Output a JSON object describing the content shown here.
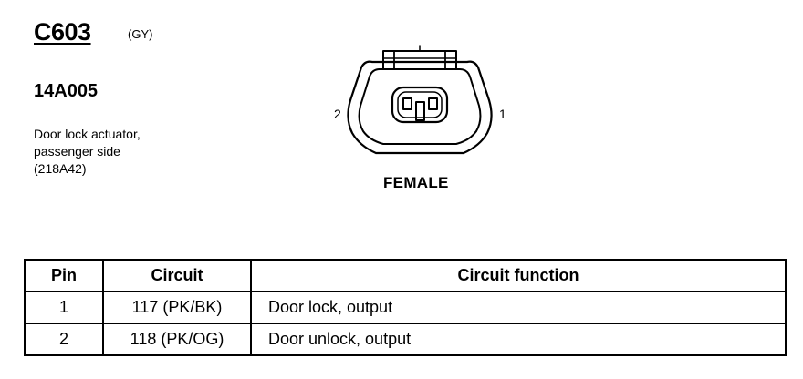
{
  "connector": {
    "id": "C603",
    "color_code": "(GY)",
    "part_number": "14A005",
    "description_lines": [
      "Door lock actuator,",
      "passenger side",
      "(218A42)"
    ]
  },
  "diagram": {
    "pin_left_label": "2",
    "pin_right_label": "1",
    "gender": "FEMALE"
  },
  "table": {
    "headers": {
      "pin": "Pin",
      "circuit": "Circuit",
      "function": "Circuit function"
    },
    "rows": [
      {
        "pin": "1",
        "circuit": "117 (PK/BK)",
        "function": "Door lock, output"
      },
      {
        "pin": "2",
        "circuit": "118 (PK/OG)",
        "function": "Door unlock, output"
      }
    ]
  },
  "colors": {
    "ink": "#000000",
    "paper": "#ffffff"
  }
}
